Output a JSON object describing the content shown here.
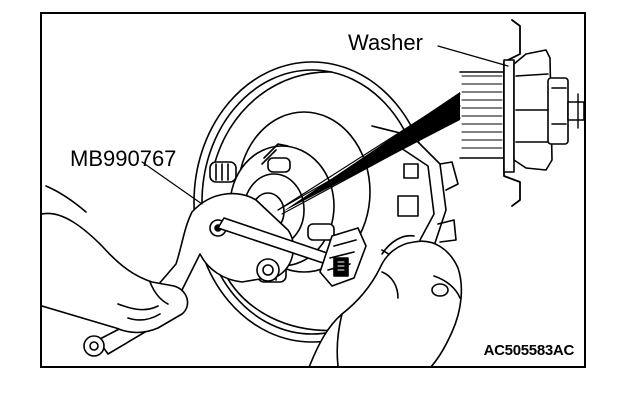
{
  "labels": {
    "washer": "Washer",
    "tool": "MB990767",
    "figure_code": "AC505583AC"
  },
  "colors": {
    "line": "#000000",
    "background": "#ffffff"
  },
  "icons": [
    "wheel-hub-icon",
    "brake-disc-icon",
    "caliper-icon",
    "spanner-icon",
    "torque-wrench-icon",
    "left-hand-icon",
    "right-hand-icon",
    "hub-nut-detail-icon"
  ]
}
